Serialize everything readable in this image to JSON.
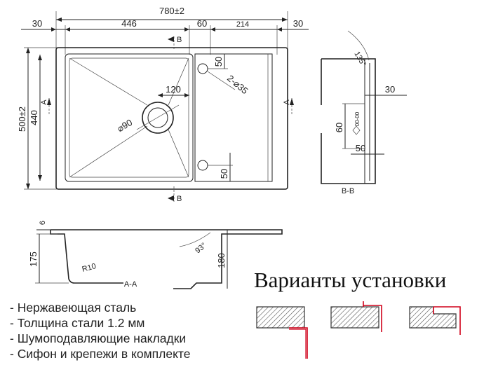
{
  "top_view": {
    "overall_width": "780±2",
    "segments": [
      "30",
      "446",
      "60",
      "214",
      "30"
    ],
    "overall_height": "500±2",
    "bowl_height": "440",
    "drain_offset": "120",
    "drain_diameter": "⌀90",
    "holes": "2-⌀35",
    "hole_top_offset": "50",
    "hole_bottom_offset": "50",
    "section_b": "B",
    "section_a": "A"
  },
  "section_bb": {
    "angle": "135°",
    "flange": "30",
    "height": "60",
    "depth": "50",
    "caption": "B-B",
    "vertical_label": "00-00"
  },
  "section_aa": {
    "rim": "6",
    "depth": "175",
    "radius": "R10",
    "angle": "93°",
    "height": "180",
    "caption": "A-A"
  },
  "installation": {
    "title": "Варианты установки",
    "colors": {
      "hatch": "#555555",
      "rail": "#d0021b"
    }
  },
  "features": [
    "- Нержавеющая сталь",
    "- Толщина стали 1.2 мм",
    "- Шумоподавляющие накладки",
    "- Сифон и крепежи в комплекте"
  ]
}
